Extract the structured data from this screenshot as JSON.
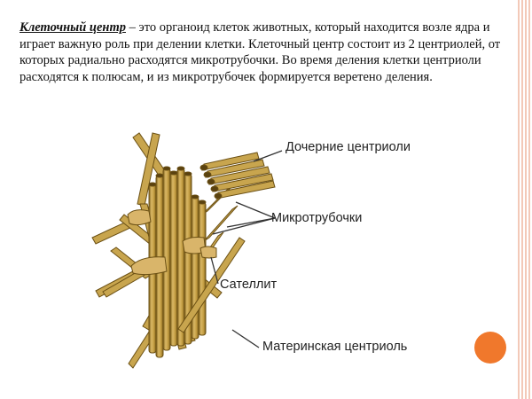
{
  "description": {
    "term": "Клеточный центр",
    "text": " – это органоид клеток животных, который находится возле ядра и играет важную роль при делении клетки. Клеточный центр состоит из 2 центриолей, от которых радиально расходятся микротрубочки. Во время деления клетки центриоли расходятся к полюсам, и из микротрубочек формируется веретено деления."
  },
  "labels": {
    "daughter_centrioles": "Дочерние центриоли",
    "microtubules": "Микротрубочки",
    "satellite": "Сателлит",
    "mother_centriole": "Материнская центриоль"
  },
  "colors": {
    "tube_fill": "#c8a54e",
    "tube_dark": "#8a6a1e",
    "accent": "#f0782c"
  }
}
